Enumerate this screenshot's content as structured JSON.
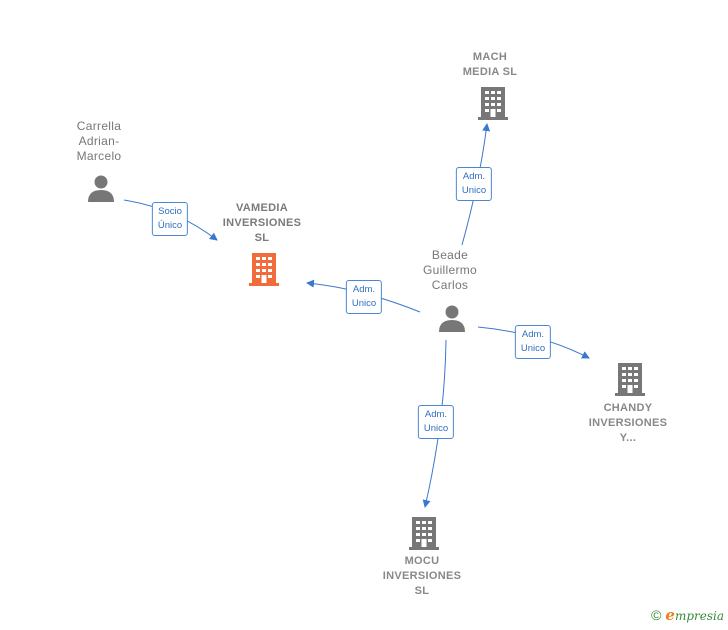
{
  "nodes": {
    "vamedia": {
      "label": "VAMEDIA\nINVERSIONES\nSL",
      "type": "company",
      "color": "#f26b3a"
    },
    "mach": {
      "label": "MACH\nMEDIA  SL",
      "type": "company",
      "color": "#777777"
    },
    "chandy": {
      "label": "CHANDY\nINVERSIONES\nY...",
      "type": "company",
      "color": "#777777"
    },
    "mocu": {
      "label": "MOCU\nINVERSIONES\nSL",
      "type": "company",
      "color": "#777777"
    },
    "carrella": {
      "label": "Carrella\nAdrian-\nMarcelo",
      "type": "person",
      "color": "#777777"
    },
    "beade": {
      "label": "Beade\nGuillermo\nCarlos",
      "type": "person",
      "color": "#777777"
    }
  },
  "edges": {
    "carrella_vamedia": "Socio\nÚnico",
    "beade_vamedia": "Adm.\nUnico",
    "beade_mach": "Adm.\nUnico",
    "beade_chandy": "Adm.\nUnico",
    "beade_mocu": "Adm.\nUnico"
  },
  "colors": {
    "edge": "#3a78d0",
    "edge_label_border": "#4a86d4"
  },
  "footer": {
    "copyright": "©",
    "brand_initial": "e",
    "brand_rest": "mpresia"
  }
}
